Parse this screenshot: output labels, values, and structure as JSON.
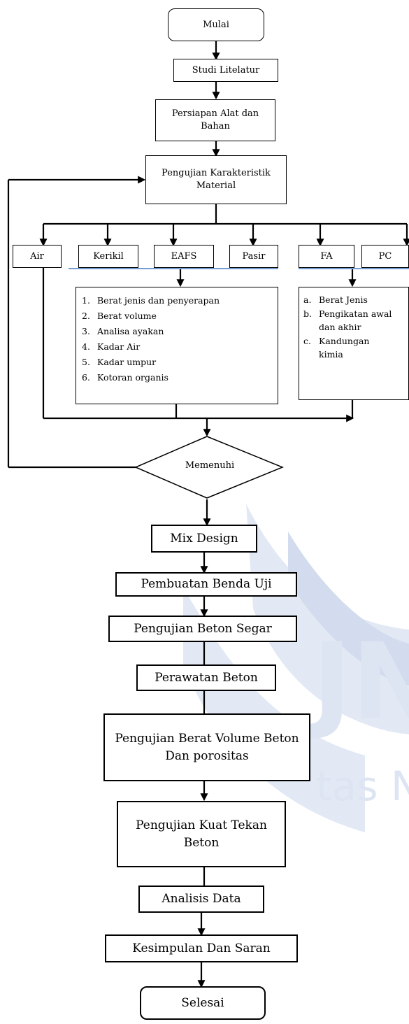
{
  "flowchart": {
    "start": "Mulai",
    "literature": "Studi Litelatur",
    "preparation": "Persiapan Alat dan Bahan",
    "material_test": "Pengujian Karakteristik Material",
    "materials": [
      "Air",
      "Kerikil",
      "EAFS",
      "Pasir",
      "FA",
      "PC"
    ],
    "aggregate_tests": [
      {
        "num": "1.",
        "text": "Berat jenis dan penyerapan"
      },
      {
        "num": "2.",
        "text": "Berat volume"
      },
      {
        "num": "3.",
        "text": "Analisa ayakan"
      },
      {
        "num": "4.",
        "text": "Kadar Air"
      },
      {
        "num": "5.",
        "text": "Kadar umpur"
      },
      {
        "num": "6.",
        "text": "Kotoran organis"
      }
    ],
    "binder_tests": [
      {
        "num": "a.",
        "text": "Berat Jenis"
      },
      {
        "num": "b.",
        "text": "Pengikatan awal dan akhir"
      },
      {
        "num": "c.",
        "text": "Kandungan kimia"
      }
    ],
    "decision": "Memenuhi",
    "steps": [
      "Mix Design",
      "Pembuatan Benda Uji",
      "Pengujian Beton Segar",
      "Perawatan Beton",
      "Pengujian Berat Volume Beton Dan porositas",
      "Pengujian Kuat Tekan Beton",
      "Analisis Data",
      "Kesimpulan Dan Saran"
    ],
    "end": "Selesai"
  },
  "watermark": {
    "large_text": "JN",
    "small_text": "tas N",
    "color": "#dde4f2"
  },
  "colors": {
    "line": "#000000",
    "underline_accent": "#4a7fc1"
  }
}
